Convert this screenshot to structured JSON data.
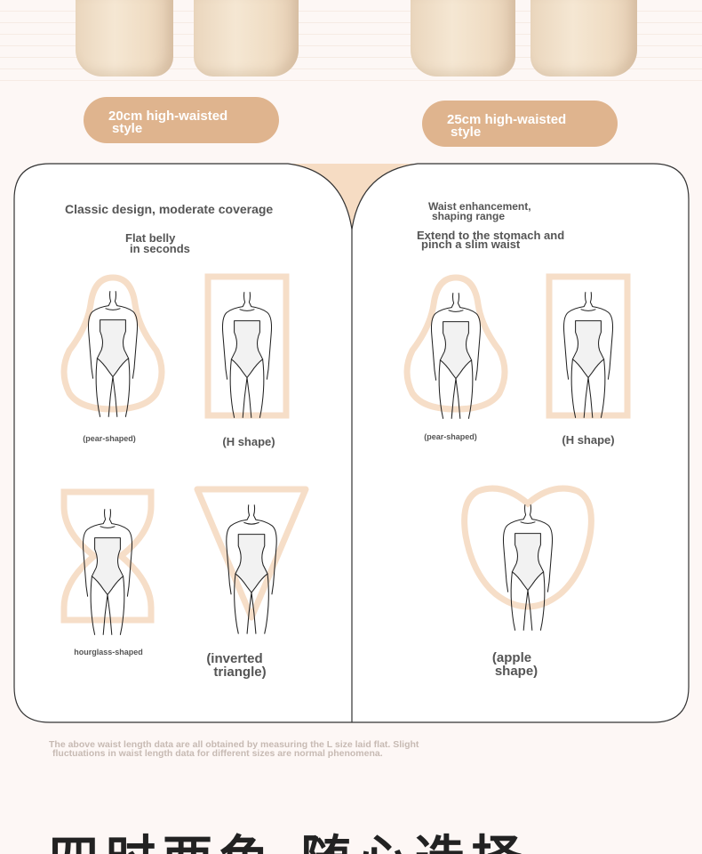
{
  "top": {
    "pill_left": {
      "line1": "20cm high-waisted",
      "line2": "style"
    },
    "pill_right": {
      "line1": "25cm high-waisted",
      "line2": "style"
    }
  },
  "left_panel": {
    "heading": "Classic design, moderate coverage",
    "subheading_line1": "Flat belly",
    "subheading_line2": "in seconds",
    "figures": [
      {
        "label": "(pear-shaped)",
        "shape": "pear"
      },
      {
        "label": "(H shape)",
        "shape": "rectangle"
      },
      {
        "label": "hourglass-shaped",
        "shape": "hourglass"
      },
      {
        "label_line1": "(inverted",
        "label_line2": "triangle)",
        "shape": "inverted-triangle"
      }
    ]
  },
  "right_panel": {
    "heading_line1": "Waist enhancement,",
    "heading_line2": "shaping range",
    "subheading_line1": "Extend to the stomach and",
    "subheading_line2": "pinch a slim waist",
    "figures": [
      {
        "label": "(pear-shaped)",
        "shape": "pear"
      },
      {
        "label": "(H shape)",
        "shape": "rectangle"
      },
      {
        "label_line1": "(apple",
        "label_line2": "shape)",
        "shape": "apple"
      }
    ]
  },
  "footnote_line1": "The above waist length data are all obtained by measuring the L size laid flat. Slight",
  "footnote_line2": "fluctuations in waist length data for different sizes are normal phenomena.",
  "bottom_title": "四时两色 随心选择",
  "colors": {
    "background": "#fdf7f5",
    "pill": "#dfb48e",
    "shape_outline": "#f6dec8",
    "panel_border": "#333333",
    "text": "#555555"
  }
}
